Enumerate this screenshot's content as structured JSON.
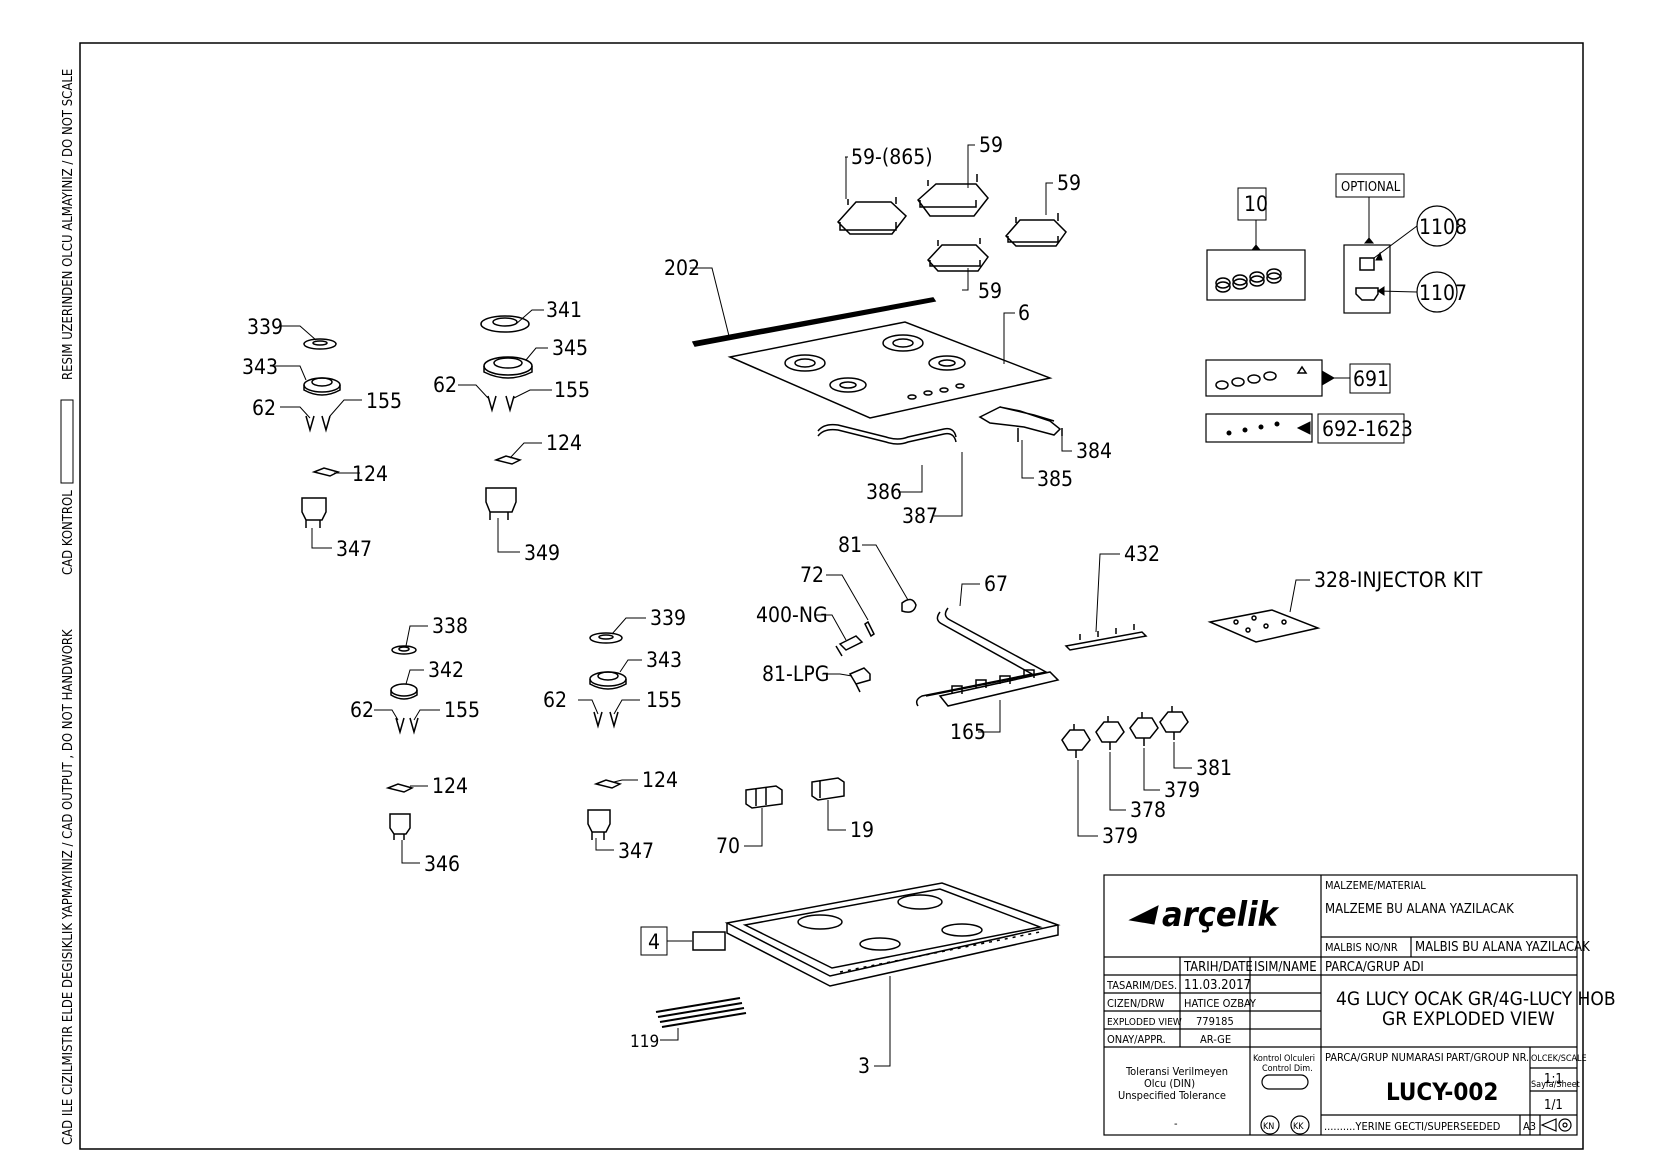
{
  "side_notes": {
    "no_scale": "RESIM UZERINDEN OLCU ALMAYINIZ / DO NOT SCALE",
    "cad_control": "CAD KONTROL",
    "cad_output": "CAD ILE CIZILMISTIR ELDE DEGISIKLIK YAPMAYINIZ / CAD OUTPUT , DO NOT HANDWORK"
  },
  "callouts": {
    "c59_865": "59-(865)",
    "c59_a": "59",
    "c59_b": "59",
    "c59_c": "59",
    "c202": "202",
    "c6": "6",
    "c339_a": "339",
    "c343_a": "343",
    "c62_a": "62",
    "c155_a": "155",
    "c124_a": "124",
    "c347_a": "347",
    "c341": "341",
    "c345": "345",
    "c62_b": "62",
    "c155_b": "155",
    "c124_b": "124",
    "c349": "349",
    "c386": "386",
    "c387": "387",
    "c384": "384",
    "c385": "385",
    "c10": "10",
    "optional": "OPTIONAL",
    "c1108": "1108",
    "c1107": "1107",
    "c691": "691",
    "c692": "692-1623",
    "c81": "81",
    "c72": "72",
    "c400ng": "400-NG",
    "c81lpg": "81-LPG",
    "c67": "67",
    "c432": "432",
    "c328": "328-INJECTOR KIT",
    "c165": "165",
    "c381": "381",
    "c379_a": "379",
    "c378": "378",
    "c379_b": "379",
    "c338": "338",
    "c342": "342",
    "c62_c": "62",
    "c155_c": "155",
    "c124_c": "124",
    "c346": "346",
    "c339_b": "339",
    "c343_b": "343",
    "c62_d": "62",
    "c155_d": "155",
    "c124_d": "124",
    "c347_b": "347",
    "c70": "70",
    "c19": "19",
    "c4": "4",
    "c119": "119",
    "c3": "3"
  },
  "title_block": {
    "logo": "arçelik",
    "material_label": "MALZEME/MATERIAL",
    "material_value": "MALZEME BU ALANA YAZILACAK",
    "malbis_label": "MALBIS NO/NR",
    "malbis_value": "MALBIS BU ALANA YAZILACAK",
    "part_group_name_label": "PARCA/GRUP ADI",
    "title_line1": "4G LUCY OCAK GR/4G-LUCY HOB",
    "title_line2": "GR EXPLODED VIEW",
    "date_header": "TARIH/DATE",
    "name_header": "ISIM/NAME",
    "rows": [
      {
        "label": "TASARIM/DES.",
        "value": "11.03.2017"
      },
      {
        "label": "CIZEN/DRW",
        "value": "HATICE OZBAY"
      },
      {
        "label": "EXPLODED VIEW",
        "value": "779185"
      },
      {
        "label": "ONAY/APPR.",
        "value": "AR-GE"
      }
    ],
    "part_no_label": "PARCA/GRUP NUMARASI",
    "part_no_label_en": "PART/GROUP NR.",
    "part_no": "LUCY-002",
    "scale_label": "OLCEK/SCALE",
    "scale": "1:1",
    "sheet_label": "Sayfa/Sheet",
    "sheet": "1/1",
    "tolerance_line1": "Toleransi Verilmeyen",
    "tolerance_line2": "Olcu (DIN)",
    "tolerance_line3": "Unspecified Tolerance",
    "tolerance_value": "-",
    "control_line1": "Kontrol Olculeri",
    "control_line2": "Control Dim.",
    "kn": "KN",
    "kk": "KK",
    "supersede": "..........YERINE GECTI/SUPERSEEDED",
    "size": "A3"
  }
}
